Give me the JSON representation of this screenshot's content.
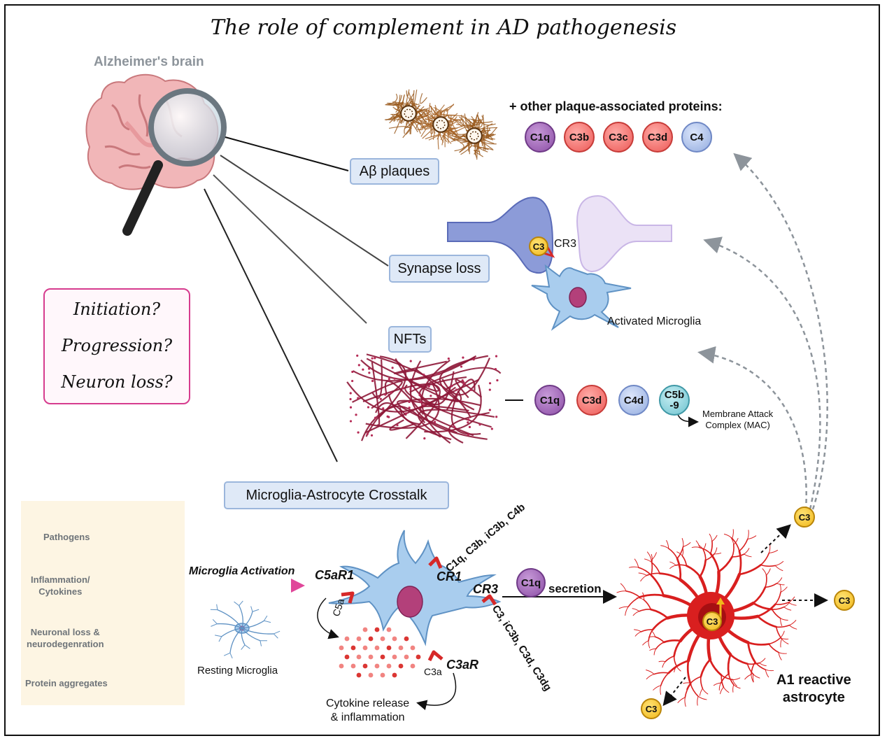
{
  "title": "The role of complement in AD pathogenesis",
  "brain": {
    "label": "Alzheimer's brain"
  },
  "plaques": {
    "box_label": "Aβ plaques",
    "proteins_title": "+ other plaque-associated proteins:",
    "proteins": [
      "C1q",
      "C3b",
      "C3c",
      "C3d",
      "C4"
    ]
  },
  "synapse": {
    "box_label": "Synapse loss",
    "c3_label": "C3",
    "cr3_label": "CR3",
    "microglia_label": "Activated Microglia"
  },
  "nfts": {
    "box_label": "NFTs",
    "proteins": [
      "C1q",
      "C3d",
      "C4d",
      "C5b\n-9"
    ],
    "mac_label": "Membrane Attack\nComplex (MAC)"
  },
  "questions": [
    "Initiation?",
    "Progression?",
    "Neuron loss?"
  ],
  "crosstalk": {
    "box_label": "Microglia-Astrocyte Crosstalk"
  },
  "triggers": [
    "Pathogens",
    "Inflammation/\nCytokines",
    "Neuronal loss &\nneurodegenration",
    "Protein aggregates"
  ],
  "activation": {
    "label": "Microglia Activation",
    "resting_label": "Resting Microglia"
  },
  "receptors": {
    "c5ar1": "C5aR1",
    "c5a": "C5a",
    "cr1": "CR1",
    "cr1_ligands": "C1q, C3b, iC3b, C4b",
    "cr3": "CR3",
    "cr3_ligands": "C3, iC3b, C3d, C3dg",
    "c3ar": "C3aR",
    "c3a": "C3a"
  },
  "cytokine_label": "Cytokine release\n& inflammation",
  "secretion": {
    "c1q": "C1q",
    "label": "secretion"
  },
  "astrocyte": {
    "label": "A1 reactive\nastrocyte",
    "c3": "C3"
  },
  "colors": {
    "frame": "#111111",
    "box_fill": "#dfe9f7",
    "box_border": "#9bb6dc",
    "question_border": "#d63c8e",
    "astrocyte_red": "#d91f1f",
    "microglia_blue": "#a9cdee",
    "plaque_brown": "#9a5a1e",
    "nft_crimson": "#8e1838"
  }
}
